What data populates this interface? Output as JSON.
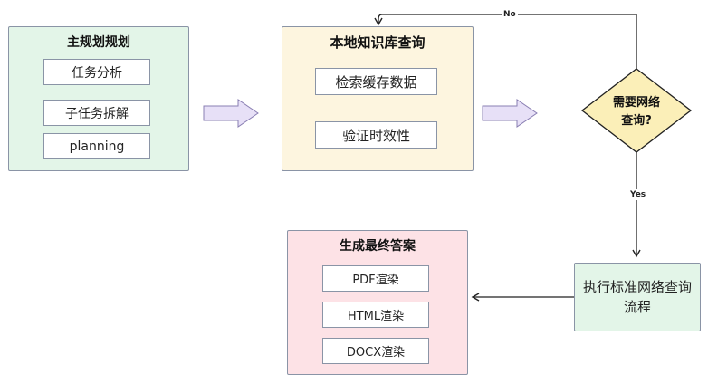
{
  "planning": {
    "title": "主规划规划",
    "items": [
      "任务分析",
      "子任务拆解",
      "planning"
    ],
    "color": "#e3f5e8"
  },
  "local_kb": {
    "title": "本地知识库查询",
    "items": [
      "检索缓存数据",
      "验证时效性"
    ],
    "color": "#fdf5df"
  },
  "decision": {
    "line1": "需要网络",
    "line2": "查询?",
    "color": "#fbefb8"
  },
  "execute": {
    "label": "执行标准网络查询流程",
    "color": "#e3f5e8"
  },
  "final": {
    "title": "生成最终答案",
    "items": [
      "PDF渲染",
      "HTML渲染",
      "DOCX渲染"
    ],
    "color": "#fde2e6"
  },
  "edges": {
    "no_label": "No",
    "yes_label": "Yes"
  },
  "arrow_fill": "#e7e0f7"
}
